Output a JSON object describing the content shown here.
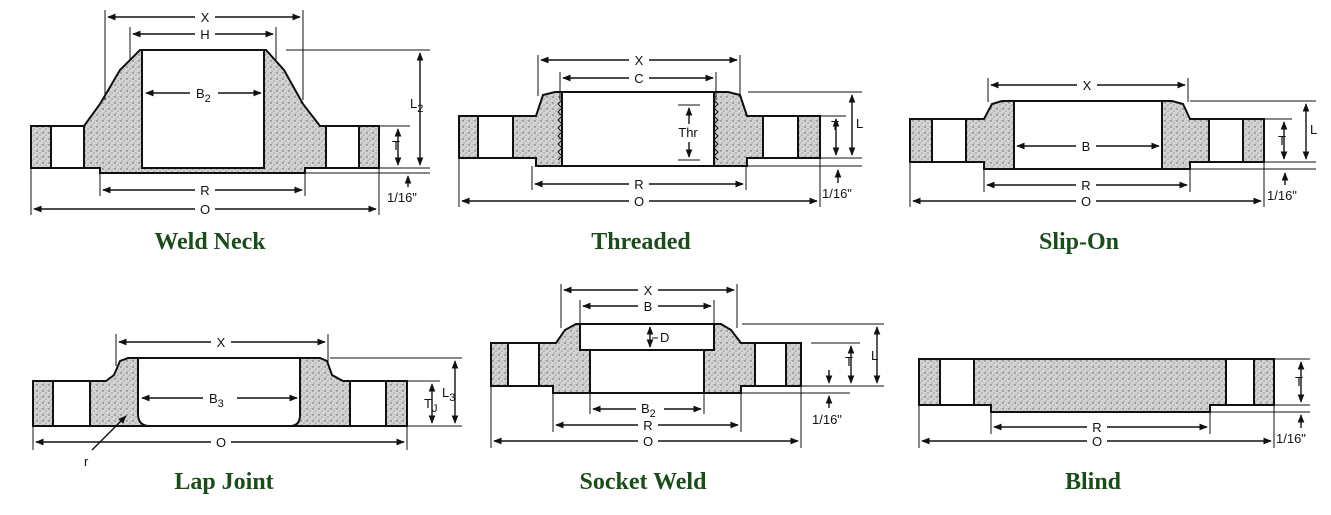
{
  "colors": {
    "caption": "#1a4d1a",
    "stroke": "#111111",
    "fill": "#d9d9d9",
    "background": "#ffffff"
  },
  "captions": {
    "weld_neck": "Weld Neck",
    "threaded": "Threaded",
    "slip_on": "Slip-On",
    "lap_joint": "Lap Joint",
    "socket_weld": "Socket Weld",
    "blind": "Blind"
  },
  "labels": {
    "weld_neck": {
      "x": "X",
      "h": "H",
      "b2": "B",
      "b2_sub": "2",
      "l2": "L",
      "l2_sub": "2",
      "t": "T",
      "r": "R",
      "o": "O",
      "raised_face": "1/16\""
    },
    "threaded": {
      "x": "X",
      "c": "C",
      "thr": "Thr",
      "t": "T",
      "l": "L",
      "r": "R",
      "o": "O",
      "raised_face": "1/16\""
    },
    "slip_on": {
      "x": "X",
      "b": "B",
      "t": "T",
      "l": "L",
      "r": "R",
      "o": "O",
      "raised_face": "1/16\""
    },
    "lap_joint": {
      "x": "X",
      "b3": "B",
      "b3_sub": "3",
      "t": "T",
      "t_sub": "J",
      "l3": "L",
      "l3_sub": "3",
      "r_small": "r",
      "o": "O"
    },
    "socket_weld": {
      "x": "X",
      "b": "B",
      "d": "D",
      "t": "T",
      "l": "L",
      "b2": "B",
      "b2_sub": "2",
      "r": "R",
      "o": "O",
      "raised_face": "1/16\""
    },
    "blind": {
      "t": "T",
      "r": "R",
      "o": "O",
      "raised_face": "1/16\""
    }
  }
}
